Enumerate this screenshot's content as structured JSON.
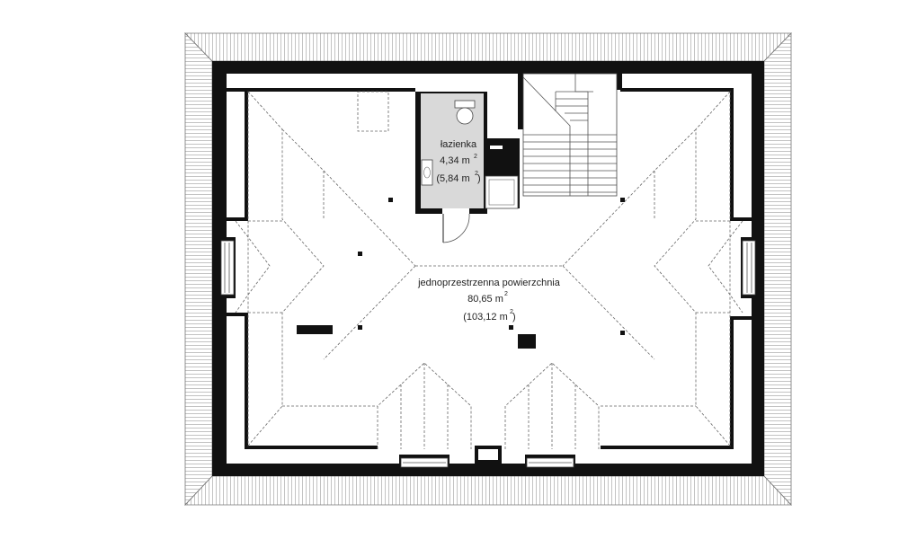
{
  "colors": {
    "wall": "#111111",
    "floor": "#ffffff",
    "bathroom_floor": "#d9d9d9",
    "roof_hatch": "#9a9a9a"
  },
  "rooms": {
    "bathroom": {
      "name": "łazienka",
      "area": "4,34 m",
      "area_exp": "2",
      "gross_open": "(5,84 m",
      "gross_exp": "2",
      "gross_close": ")"
    },
    "open_space": {
      "name": "jednoprzestrzenna powierzchnia",
      "area": "80,65 m",
      "area_exp": "2",
      "gross_open": "(103,12 m",
      "gross_exp": "2",
      "gross_close": ")"
    }
  }
}
